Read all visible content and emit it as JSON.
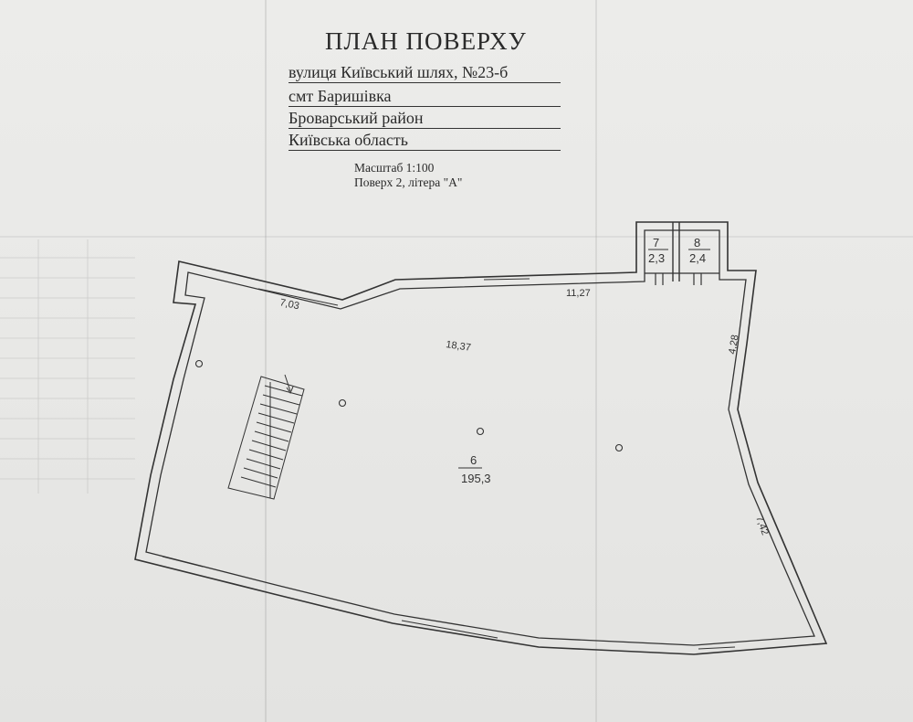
{
  "header": {
    "title": "ПЛАН ПОВЕРХУ",
    "address_lines": [
      "вулиця Київський шлях, №23-б",
      "смт  Баришівка",
      "Броварський район",
      "Київська область"
    ],
    "scale": "Масштаб 1:100",
    "floor": "Поверх 2,  літера \"А\""
  },
  "plan": {
    "dimensions": {
      "top_left": "7,03",
      "top_right": "11,27",
      "inner_top": "18,37",
      "right_upper": "4,28",
      "right_lower": "7,42"
    },
    "rooms": [
      {
        "number": "6",
        "area": "195,3"
      },
      {
        "number": "7",
        "area": "2,3"
      },
      {
        "number": "8",
        "area": "2,4"
      }
    ]
  }
}
